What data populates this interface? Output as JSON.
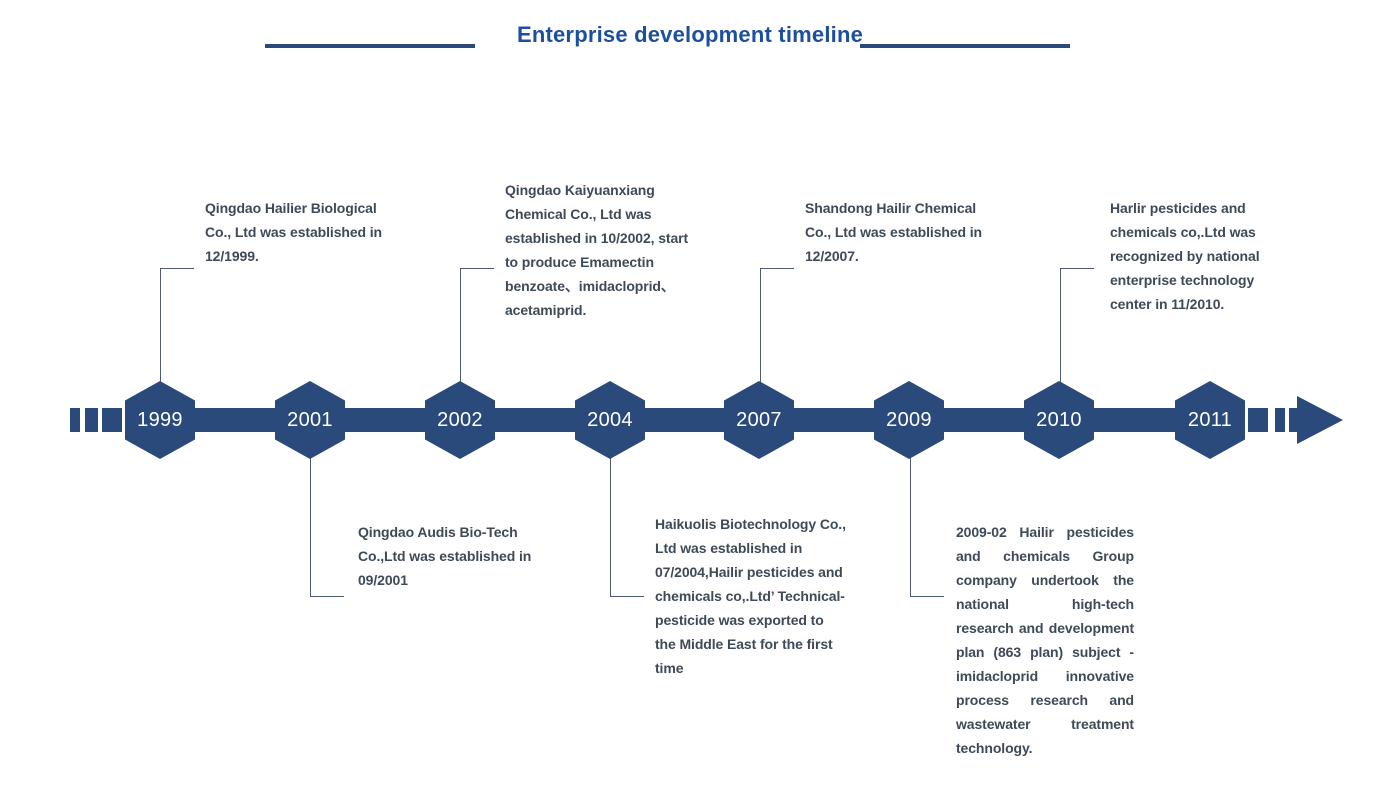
{
  "header": {
    "title": "Enterprise development timeline"
  },
  "colors": {
    "navy": "#294a7b",
    "title_blue": "#1d4f9e",
    "text_color": "#3e4a58",
    "connector": "#4c5a72",
    "bg": "#ffffff"
  },
  "timeline": {
    "direction": "left-to-right",
    "arrow_icon": "arrow-right-icon",
    "milestones": [
      {
        "year": "1999",
        "side": "top",
        "text": "Qingdao Hailier Biological Co., Ltd was established in 12/1999."
      },
      {
        "year": "2001",
        "side": "bottom",
        "text": "Qingdao Audis Bio-Tech Co.,Ltd was established in 09/2001"
      },
      {
        "year": "2002",
        "side": "top",
        "text": "Qingdao Kaiyuanxiang Chemical Co., Ltd was established in 10/2002, start to produce Emamectin benzoate、imidacloprid、acetamiprid."
      },
      {
        "year": "2004",
        "side": "bottom",
        "text": "Haikuolis Biotechnology Co., Ltd was established in 07/2004,Hailir pesticides and chemicals co,.Ltd’ Technical-pesticide was exported to the Middle East for the first time"
      },
      {
        "year": "2007",
        "side": "top",
        "text": "Shandong Hailir Chemical Co., Ltd was established in 12/2007."
      },
      {
        "year": "2009",
        "side": "bottom",
        "text": "2009-02 Hailir pesticides and chemicals Group company undertook the national high-tech research and development plan (863 plan) subject - imidacloprid innovative process research and wastewater treatment technology."
      },
      {
        "year": "2010",
        "side": "top",
        "text": "Harlir pesticides and chemicals co,.Ltd was recognized by national enterprise technology center in 11/2010."
      },
      {
        "year": "2011",
        "side": "none",
        "text": ""
      }
    ]
  }
}
